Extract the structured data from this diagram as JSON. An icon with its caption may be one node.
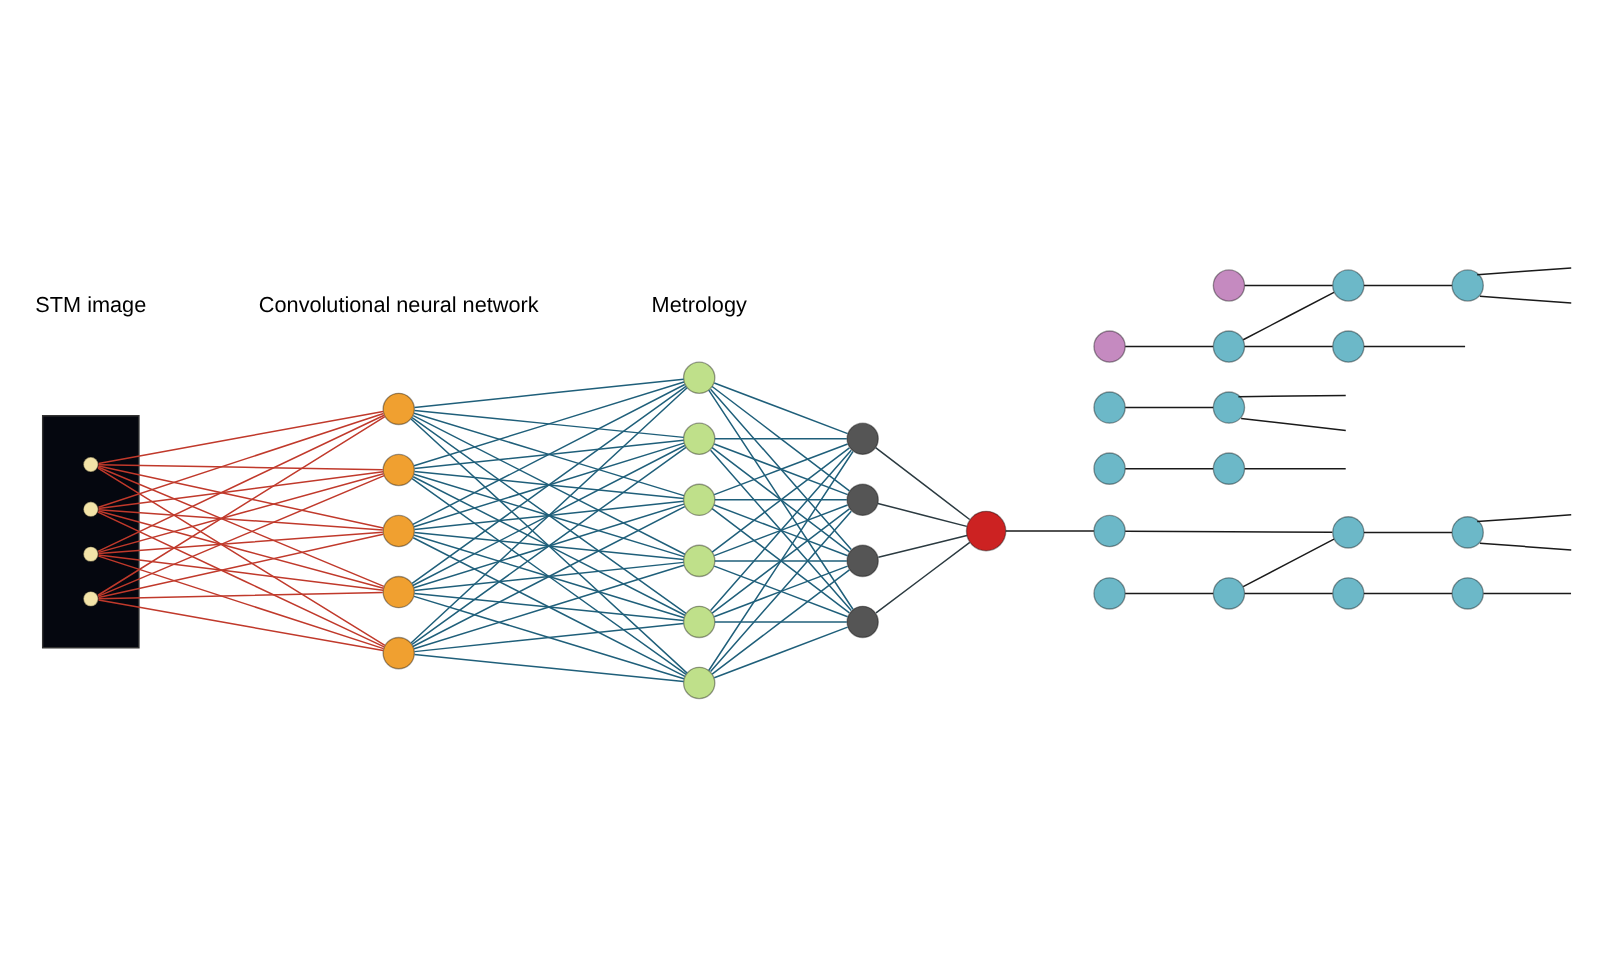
{
  "diagram": {
    "nodes": [
      {
        "text": [],
        "shape": "picture"
      },
      {
        "text": [],
        "shape": "circle",
        "in": 0
      },
      {
        "text": [],
        "shape": "circle",
        "in": 0
      },
      {
        "text": [],
        "shape": "circle",
        "in": 0
      },
      {
        "text": [],
        "shape": "circle",
        "in": 0
      },
      {
        "text": [],
        "shape": "circle"
      },
      {
        "text": [],
        "shape": "circle"
      },
      {
        "text": [],
        "shape": "circle"
      },
      {
        "text": [],
        "shape": "circle"
      },
      {
        "text": [],
        "shape": "circle"
      },
      {
        "text": [],
        "shape": "circle"
      },
      {
        "text": [],
        "shape": "circle"
      },
      {
        "text": [],
        "shape": "circle"
      },
      {
        "text": [],
        "shape": "circle"
      },
      {
        "text": [],
        "shape": "circle"
      },
      {
        "text": [],
        "shape": "circle"
      },
      {
        "text": [],
        "shape": "circle"
      },
      {
        "text": [],
        "shape": "circle"
      },
      {
        "text": [],
        "shape": "circle"
      },
      {
        "text": [],
        "shape": "circle"
      },
      {
        "text": [],
        "shape": "circle"
      },
      {
        "text": [],
        "shape": "circle"
      },
      {
        "text": [],
        "shape": "circle"
      },
      {
        "text": [],
        "shape": "circle"
      },
      {
        "text": [],
        "shape": "circle"
      },
      {
        "text": [],
        "shape": "circle"
      },
      {
        "text": [],
        "shape": "circle"
      },
      {
        "text": [],
        "shape": "circle"
      },
      {
        "text": [],
        "shape": "circle"
      },
      {
        "text": [],
        "shape": "circle"
      },
      {
        "text": [],
        "shape": "circle"
      },
      {
        "text": [],
        "shape": "circle"
      },
      {
        "text": [],
        "shape": "circle"
      },
      {
        "text": [],
        "shape": "circle"
      },
      {
        "text": [],
        "shape": "circle"
      },
      {
        "text": [],
        "shape": "circle"
      },
      {
        "text": [],
        "shape": "circle"
      },
      {
        "text": [],
        "shape": "circle"
      }
    ],
    "edges": [
      {
        "from": 1,
        "to": 5,
        "arrow": "none",
        "color": "#c0392b"
      },
      {
        "from": 1,
        "to": 6,
        "arrow": "none",
        "color": "#c0392b"
      },
      {
        "from": 1,
        "to": 7,
        "arrow": "none",
        "color": "#c0392b"
      },
      {
        "from": 1,
        "to": 8,
        "arrow": "none",
        "color": "#c0392b"
      },
      {
        "from": 1,
        "to": 9,
        "arrow": "none",
        "color": "#c0392b"
      },
      {
        "from": 2,
        "to": 5,
        "arrow": "none",
        "color": "#c0392b"
      },
      {
        "from": 2,
        "to": 6,
        "arrow": "none",
        "color": "#c0392b"
      },
      {
        "from": 2,
        "to": 7,
        "arrow": "none",
        "color": "#c0392b"
      },
      {
        "from": 2,
        "to": 8,
        "arrow": "none",
        "color": "#c0392b"
      },
      {
        "from": 2,
        "to": 9,
        "arrow": "none",
        "color": "#c0392b"
      },
      {
        "from": 3,
        "to": 5,
        "arrow": "none",
        "color": "#c0392b"
      },
      {
        "from": 3,
        "to": 6,
        "arrow": "none",
        "color": "#c0392b"
      },
      {
        "from": 3,
        "to": 7,
        "arrow": "none",
        "color": "#c0392b"
      },
      {
        "from": 3,
        "to": 8,
        "arrow": "none",
        "color": "#c0392b"
      },
      {
        "from": 3,
        "to": 9,
        "arrow": "none",
        "color": "#c0392b"
      },
      {
        "from": 4,
        "to": 5,
        "arrow": "none",
        "color": "#c0392b"
      },
      {
        "from": 4,
        "to": 6,
        "arrow": "none",
        "color": "#c0392b"
      },
      {
        "from": 4,
        "to": 7,
        "arrow": "none",
        "color": "#c0392b"
      },
      {
        "from": 4,
        "to": 8,
        "arrow": "none",
        "color": "#c0392b"
      },
      {
        "from": 4,
        "to": 9,
        "arrow": "none",
        "color": "#c0392b"
      },
      {
        "from": 5,
        "to": 10,
        "arrow": "none"
      },
      {
        "from": 5,
        "to": 11,
        "arrow": "none"
      },
      {
        "from": 5,
        "to": 12,
        "arrow": "none"
      },
      {
        "from": 5,
        "to": 13,
        "arrow": "none"
      },
      {
        "from": 5,
        "to": 14,
        "arrow": "none"
      },
      {
        "from": 5,
        "to": 15,
        "arrow": "none"
      },
      {
        "from": 6,
        "to": 10,
        "arrow": "none"
      },
      {
        "from": 6,
        "to": 11,
        "arrow": "none"
      },
      {
        "from": 6,
        "to": 12,
        "arrow": "none"
      },
      {
        "from": 6,
        "to": 13,
        "arrow": "none"
      },
      {
        "from": 6,
        "to": 14,
        "arrow": "none"
      },
      {
        "from": 6,
        "to": 15,
        "arrow": "none"
      },
      {
        "from": 7,
        "to": 10,
        "arrow": "none"
      },
      {
        "from": 7,
        "to": 11,
        "arrow": "none"
      },
      {
        "from": 7,
        "to": 12,
        "arrow": "none"
      },
      {
        "from": 7,
        "to": 13,
        "arrow": "none"
      },
      {
        "from": 7,
        "to": 14,
        "arrow": "none"
      },
      {
        "from": 7,
        "to": 15,
        "arrow": "none"
      },
      {
        "from": 8,
        "to": 10,
        "arrow": "none"
      },
      {
        "from": 8,
        "to": 11,
        "arrow": "none"
      },
      {
        "from": 8,
        "to": 12,
        "arrow": "none"
      },
      {
        "from": 8,
        "to": 13,
        "arrow": "none"
      },
      {
        "from": 8,
        "to": 14,
        "arrow": "none"
      },
      {
        "from": 8,
        "to": 15,
        "arrow": "none"
      },
      {
        "from": 9,
        "to": 10,
        "arrow": "none"
      },
      {
        "from": 9,
        "to": 11,
        "arrow": "none"
      },
      {
        "from": 9,
        "to": 12,
        "arrow": "none"
      },
      {
        "from": 9,
        "to": 13,
        "arrow": "none"
      },
      {
        "from": 9,
        "to": 14,
        "arrow": "none"
      },
      {
        "from": 9,
        "to": 15,
        "arrow": "none"
      },
      {
        "from": 10,
        "to": 16,
        "arrow": "none"
      },
      {
        "from": 10,
        "to": 17,
        "arrow": "none"
      },
      {
        "from": 10,
        "to": 18,
        "arrow": "none"
      },
      {
        "from": 10,
        "to": 19,
        "arrow": "none"
      },
      {
        "from": 11,
        "to": 16,
        "arrow": "none"
      },
      {
        "from": 11,
        "to": 17,
        "arrow": "none"
      },
      {
        "from": 11,
        "to": 18,
        "arrow": "none"
      },
      {
        "from": 11,
        "to": 19,
        "arrow": "none"
      },
      {
        "from": 12,
        "to": 16,
        "arrow": "none"
      },
      {
        "from": 12,
        "to": 17,
        "arrow": "none"
      },
      {
        "from": 12,
        "to": 18,
        "arrow": "none"
      },
      {
        "from": 12,
        "to": 19,
        "arrow": "none"
      },
      {
        "from": 13,
        "to": 16,
        "arrow": "none"
      },
      {
        "from": 13,
        "to": 17,
        "arrow": "none"
      },
      {
        "from": 13,
        "to": 18,
        "arrow": "none"
      },
      {
        "from": 13,
        "to": 19,
        "arrow": "none"
      },
      {
        "from": 14,
        "to": 16,
        "arrow": "none"
      },
      {
        "from": 14,
        "to": 17,
        "arrow": "none"
      },
      {
        "from": 14,
        "to": 18,
        "arrow": "none"
      },
      {
        "from": 14,
        "to": 19,
        "arrow": "none"
      },
      {
        "from": 15,
        "to": 16,
        "arrow": "none"
      },
      {
        "from": 15,
        "to": 17,
        "arrow": "none"
      },
      {
        "from": 15,
        "to": 18,
        "arrow": "none"
      },
      {
        "from": 15,
        "to": 19,
        "arrow": "none"
      },
      {
        "from": 16,
        "to": 20,
        "arrow": "none",
        "color": "#2b3a40"
      },
      {
        "from": 17,
        "to": 20,
        "arrow": "none",
        "color": "#2b3a40"
      },
      {
        "from": 18,
        "to": 20,
        "arrow": "none",
        "color": "#2b3a40"
      },
      {
        "from": 19,
        "to": 20,
        "arrow": "none",
        "color": "#2b3a40"
      },
      {
        "from": 21,
        "to": 23,
        "arrow": "none",
        "color": "#1a1a1a"
      },
      {
        "from": 22,
        "to": 24,
        "arrow": "none",
        "color": "#1a1a1a"
      },
      {
        "from": 23,
        "to": 24,
        "arrow": "none",
        "color": "#1a1a1a"
      },
      {
        "from": 23,
        "to": 25,
        "arrow": "none",
        "color": "#1a1a1a"
      },
      {
        "from": 24,
        "to": 26,
        "arrow": "none",
        "color": "#1a1a1a"
      },
      {
        "from": 25,
        "to": null,
        "arrow": "none",
        "color": "#1a1a1a"
      },
      {
        "from": 26,
        "to": null,
        "arrow": "none",
        "color": "#1a1a1a"
      },
      {
        "from": 26,
        "to": null,
        "arrow": "none",
        "color": "#1a1a1a"
      },
      {
        "from": 27,
        "to": 28,
        "arrow": "none",
        "color": "#1a1a1a"
      },
      {
        "from": 29,
        "to": 30,
        "arrow": "none",
        "color": "#1a1a1a"
      },
      {
        "from": 28,
        "to": null,
        "arrow": "none",
        "color": "#1a1a1a"
      },
      {
        "from": 28,
        "to": null,
        "arrow": "none",
        "color": "#1a1a1a"
      },
      {
        "from": 30,
        "to": null,
        "arrow": "none",
        "color": "#1a1a1a"
      },
      {
        "from": 20,
        "to": 32,
        "arrow": "none",
        "color": "#1a1a1a"
      },
      {
        "from": 31,
        "to": 33,
        "arrow": "none",
        "color": "#1a1a1a"
      },
      {
        "from": 32,
        "to": 34,
        "arrow": "none",
        "color": "#1a1a1a"
      },
      {
        "from": 33,
        "to": 34,
        "arrow": "none",
        "color": "#1a1a1a"
      },
      {
        "from": 33,
        "to": 35,
        "arrow": "none",
        "color": "#1a1a1a"
      },
      {
        "from": 34,
        "to": 36,
        "arrow": "none",
        "color": "#1a1a1a"
      },
      {
        "from": 35,
        "to": 37,
        "arrow": "none",
        "color": "#1a1a1a"
      },
      {
        "from": 36,
        "to": null,
        "arrow": "none",
        "color": "#1a1a1a"
      },
      {
        "from": 36,
        "to": null,
        "arrow": "none",
        "color": "#1a1a1a"
      },
      {
        "from": 37,
        "to": null,
        "arrow": "none",
        "color": "#1a1a1a"
      }
    ],
    "labels": [
      "STM image",
      "Convolutional neural network",
      "Metrology"
    ]
  }
}
